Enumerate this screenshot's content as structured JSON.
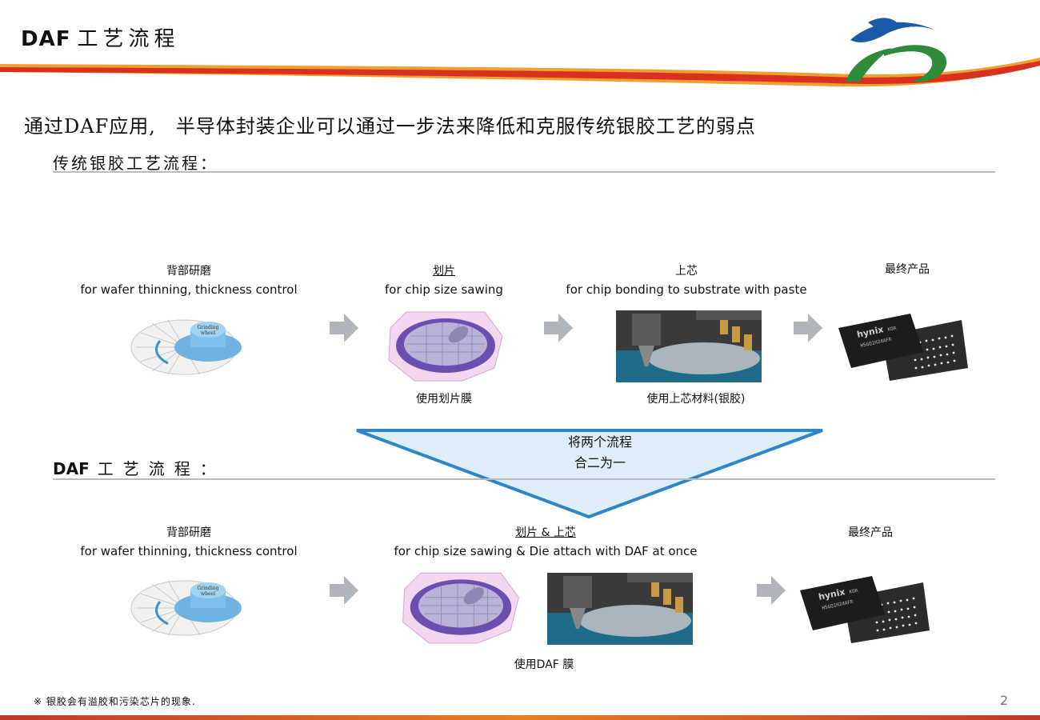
{
  "header": {
    "title_en": "DAF",
    "title_zh": "工艺流程"
  },
  "headline": "通过DAF应用,　半导体封装企业可以通过一步法来降低和克服传统银胶工艺的弱点",
  "traditional": {
    "section_title": "传统银胶工艺流程：",
    "steps": [
      {
        "zh": "背部研磨",
        "en": "for wafer thinning, thickness control",
        "note": ""
      },
      {
        "zh": "划片",
        "en": "for chip size sawing",
        "note": "使用划片膜"
      },
      {
        "zh": "上芯",
        "en": "for chip bonding to substrate with paste",
        "note": "使用上芯材料(银胶)"
      },
      {
        "zh": "最终产品",
        "en": "",
        "note": ""
      }
    ]
  },
  "merge": {
    "line1": "将两个流程",
    "line2": "合二为一"
  },
  "daf": {
    "section_title_en": "DAF",
    "section_title_zh": "工艺流程：",
    "steps": [
      {
        "zh": "背部研磨",
        "en": "for wafer thinning, thickness control",
        "note": ""
      },
      {
        "zh": "划片 & 上芯",
        "en": "for chip size sawing & Die attach with DAF at once",
        "note": "使用DAF 膜"
      },
      {
        "zh": "最终产品",
        "en": "",
        "note": ""
      }
    ]
  },
  "images": {
    "grinding_label_1": "Grinding",
    "grinding_label_2": "wheel",
    "chip_brand": "hynix",
    "chip_code_1": "KOR",
    "chip_code_2": "H5GQ1H24AFR"
  },
  "footnote": "※ 银胶会有溢胶和污染芯片的现象.",
  "page_number": "2",
  "colors": {
    "swoosh_red": "#d9301f",
    "swoosh_orange": "#f0a030",
    "arrow_gray": "#b0b4bb",
    "triangle_fill": "#ddeef8",
    "triangle_stroke": "#2f86c6",
    "logo_blue": "#1b5aa6",
    "logo_green": "#2e8b3a"
  }
}
